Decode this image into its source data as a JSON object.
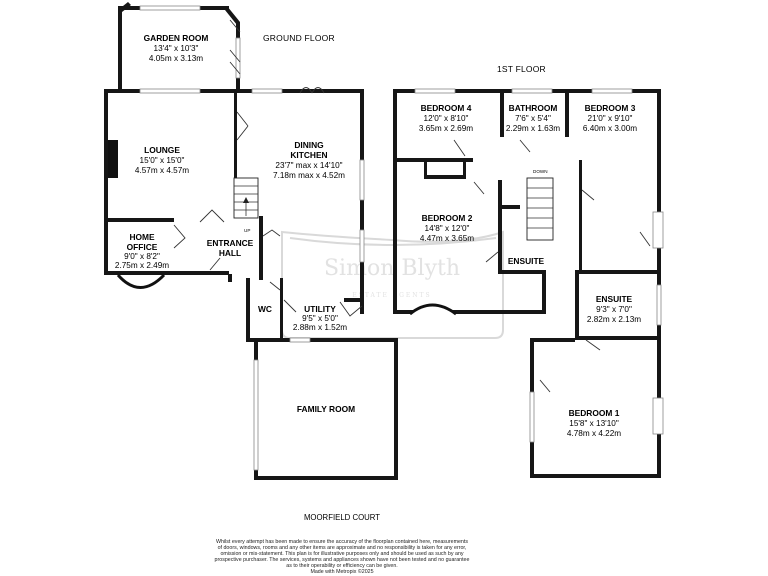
{
  "floors": {
    "ground": "GROUND FLOOR",
    "first": "1ST FLOOR"
  },
  "rooms": {
    "garden_room": {
      "name": "GARDEN ROOM",
      "imperial": "13'4\"  x 10'3\"",
      "metric": "4.05m  x 3.13m"
    },
    "lounge": {
      "name": "LOUNGE",
      "imperial": "15'0\"  x 15'0\"",
      "metric": "4.57m  x 4.57m"
    },
    "dining_kitchen": {
      "name1": "DINING",
      "name2": "KITCHEN",
      "imperial": "23'7\" max x 14'10\"",
      "metric": "7.18m max x 4.52m"
    },
    "home_office": {
      "name1": "HOME",
      "name2": "OFFICE",
      "imperial": "9'0\"  x 8'2\"",
      "metric": "2.75m  x 2.49m"
    },
    "entrance_hall": {
      "name1": "ENTRANCE",
      "name2": "HALL"
    },
    "wc": {
      "name": "WC"
    },
    "utility": {
      "name": "UTILITY",
      "imperial": "9'5\"  x 5'0\"",
      "metric": "2.88m  x 1.52m"
    },
    "family_room": {
      "name": "FAMILY ROOM"
    },
    "bedroom4": {
      "name": "BEDROOM 4",
      "imperial": "12'0\"  x 8'10\"",
      "metric": "3.65m  x 2.69m"
    },
    "bathroom": {
      "name": "BATHROOM",
      "imperial": "7'6\"  x 5'4\"",
      "metric": "2.29m  x 1.63m"
    },
    "bedroom3": {
      "name": "BEDROOM 3",
      "imperial": "21'0\"  x 9'10\"",
      "metric": "6.40m  x 3.00m"
    },
    "bedroom2": {
      "name": "BEDROOM 2",
      "imperial": "14'8\"  x 12'0\"",
      "metric": "4.47m  x 3.65m"
    },
    "ensuite_small": {
      "name": "ENSUITE"
    },
    "ensuite": {
      "name": "ENSUITE",
      "imperial": "9'3\"  x 7'0\"",
      "metric": "2.82m  x 2.13m"
    },
    "bedroom1": {
      "name": "BEDROOM 1",
      "imperial": "15'8\"  x 13'10\"",
      "metric": "4.78m  x 4.22m"
    }
  },
  "stair_labels": {
    "up": "UP",
    "down": "DOWN"
  },
  "watermark": {
    "name": "Simon Blyth",
    "sub": "ESTATE AGENTS"
  },
  "street": "MOORFIELD COURT",
  "disclaimer": [
    "Whilst every attempt has been made to ensure the accuracy of the floorplan contained here, measurements",
    "of doors, windows, rooms and any other items are approximate and no responsibility is taken for any error,",
    "omission or mis-statement. This plan is for illustrative purposes only and should be used as such by any",
    "prospective purchaser. The services, systems and appliances shown have not been tested and no guarantee",
    "as to their operability or efficiency can be given.",
    "Made with Metropix ©2025"
  ]
}
